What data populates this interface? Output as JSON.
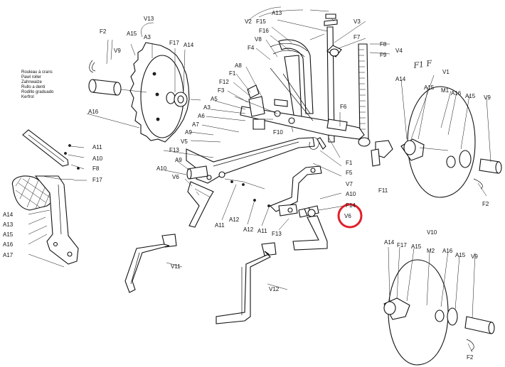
{
  "legend": [
    "Rouleau à crans",
    "Pawl roller",
    "Zahnwalze",
    "Rullo a denti",
    "Rodillo graduado",
    "Kerfrol"
  ],
  "handwritten_note": "F1 F",
  "highlight_color": "#e0202a",
  "highlighted_label": "V6",
  "labels": {
    "V13": "V13",
    "F2a": "F2",
    "A15a": "A15",
    "V9a": "V9",
    "A3": "A3",
    "F17a": "F17",
    "A14a": "A14",
    "A16a": "A16",
    "V2": "V2",
    "A13a": "A13",
    "F15": "F15",
    "F16": "F16",
    "V3": "V3",
    "V8": "V8",
    "F4": "F4",
    "F7": "F7",
    "F8": "F8",
    "F9": "F9",
    "V4": "V4",
    "A8": "A8",
    "F1a": "F1",
    "F12": "F12",
    "F3": "F3",
    "A5": "A5",
    "A3b": "A3",
    "A6": "A6",
    "A7": "A7",
    "A9a": "A9",
    "F10": "F10",
    "F6": "F6",
    "A11a": "A11",
    "A10a": "A10",
    "F8b": "F8",
    "F17b": "F17",
    "V5": "V5",
    "F13a": "F13",
    "A10b": "A10",
    "V6": "V6",
    "A9b": "A9",
    "F1b": "F1",
    "F5": "F5",
    "V7": "V7",
    "A10c": "A10",
    "F14": "F14",
    "V6b": "V6",
    "F13b": "F13",
    "F11": "F11",
    "A11b": "A11",
    "A12a": "A12",
    "A12b": "A12",
    "A11c": "A11",
    "A14b": "A14",
    "A13b": "A13",
    "A15b": "A15",
    "A16b": "A16",
    "A17": "A17",
    "V1": "V1",
    "A14c": "A14",
    "A15c": "A15",
    "M1": "M1",
    "A16c": "A16",
    "A15d": "A15",
    "V9b": "V9",
    "F2b": "F2",
    "V10": "V10",
    "A14d": "A14",
    "F17c": "F17",
    "A15e": "A15",
    "M2": "M2",
    "A16d": "A16",
    "A15f": "A15",
    "V9c": "V9",
    "F2c": "F2",
    "V11": "V11",
    "V12": "V12"
  }
}
